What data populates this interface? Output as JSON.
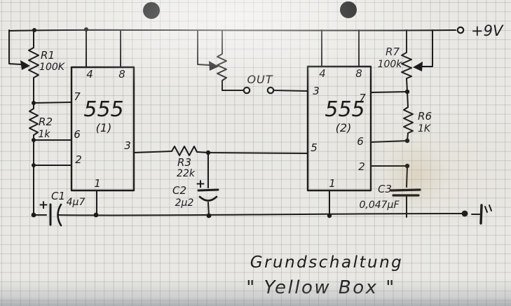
{
  "document": {
    "kind": "hand-drawn schematic on graph paper",
    "title_line1": "Grundschaltung",
    "title_line2": "\" Yellow Box \""
  },
  "labels": {
    "out": "OUT",
    "supply": "+9V"
  },
  "ic1": {
    "part": "555",
    "designator": "(1)",
    "pins": {
      "p4": "4",
      "p8": "8",
      "p7": "7",
      "p6": "6",
      "p2": "2",
      "p3": "3",
      "p1": "1"
    }
  },
  "ic2": {
    "part": "555",
    "designator": "(2)",
    "pins": {
      "p4": "4",
      "p8": "8",
      "p3": "3",
      "p5": "5",
      "p7": "7",
      "p6": "6",
      "p2": "2",
      "p1": "1"
    }
  },
  "resistors": {
    "r1": {
      "ref": "R1",
      "value": "100K",
      "type": "potentiometer"
    },
    "r2": {
      "ref": "R2",
      "value": "1k",
      "type": "resistor"
    },
    "r3": {
      "ref": "R3",
      "value": "22k",
      "type": "resistor"
    },
    "r6": {
      "ref": "R6",
      "value": "1K",
      "type": "resistor"
    },
    "r7": {
      "ref": "R7",
      "value": "100k",
      "type": "potentiometer"
    }
  },
  "capacitors": {
    "c1": {
      "ref": "C1",
      "value": "4µ7",
      "polarity": "+"
    },
    "c2": {
      "ref": "C2",
      "value": "2µ2",
      "polarity": "+"
    },
    "c3": {
      "ref": "C3",
      "value": "0,047µF"
    }
  },
  "colors": {
    "ink": "#1b1b1b",
    "paper": "#e9e8e4",
    "grid": "#949e96"
  }
}
